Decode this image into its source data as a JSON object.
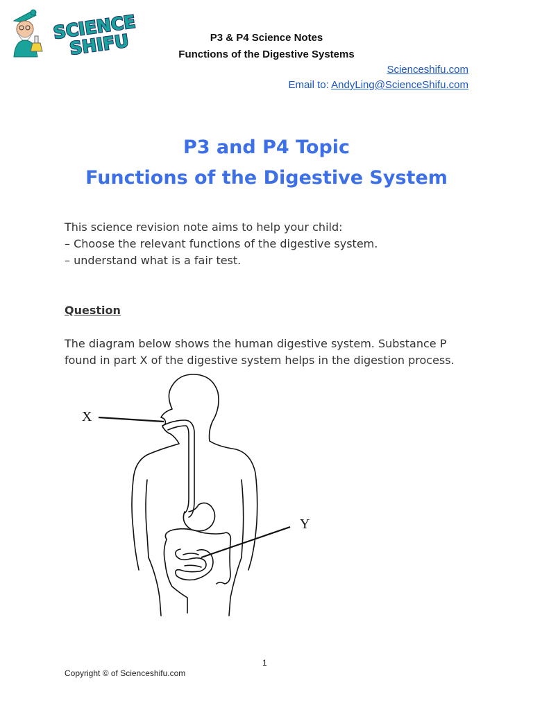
{
  "header": {
    "logo_text_line1": "SCIENCE",
    "logo_text_line2": "SHIFU",
    "title_line1": "P3 & P4 Science Notes",
    "title_line2": "Functions of the Digestive Systems",
    "site_link": "Scienceshifu.com",
    "email_prefix": "Email to: ",
    "email_link": "AndyLing@ScienceShifu.com"
  },
  "topic": {
    "line1": "P3 and P4 Topic",
    "line2": "Functions of the Digestive System"
  },
  "intro": {
    "line1": "This science revision note aims to help your child:",
    "line2": "– Choose the relevant functions of the digestive system.",
    "line3": "– understand what is a fair test."
  },
  "question": {
    "heading": "Question",
    "text_line1": "The diagram below shows the human digestive system. Substance P",
    "text_line2": "found in part X of the digestive system helps in the digestion process."
  },
  "diagram": {
    "label_x": "X",
    "label_y": "Y"
  },
  "footer": {
    "page_number": "1",
    "copyright": "Copyright © of Scienceshifu.com"
  },
  "colors": {
    "topic_blue": "#3d6fe6",
    "link_blue": "#1a56c7",
    "logo_teal": "#1aa39a",
    "logo_navy": "#1f3a72"
  }
}
